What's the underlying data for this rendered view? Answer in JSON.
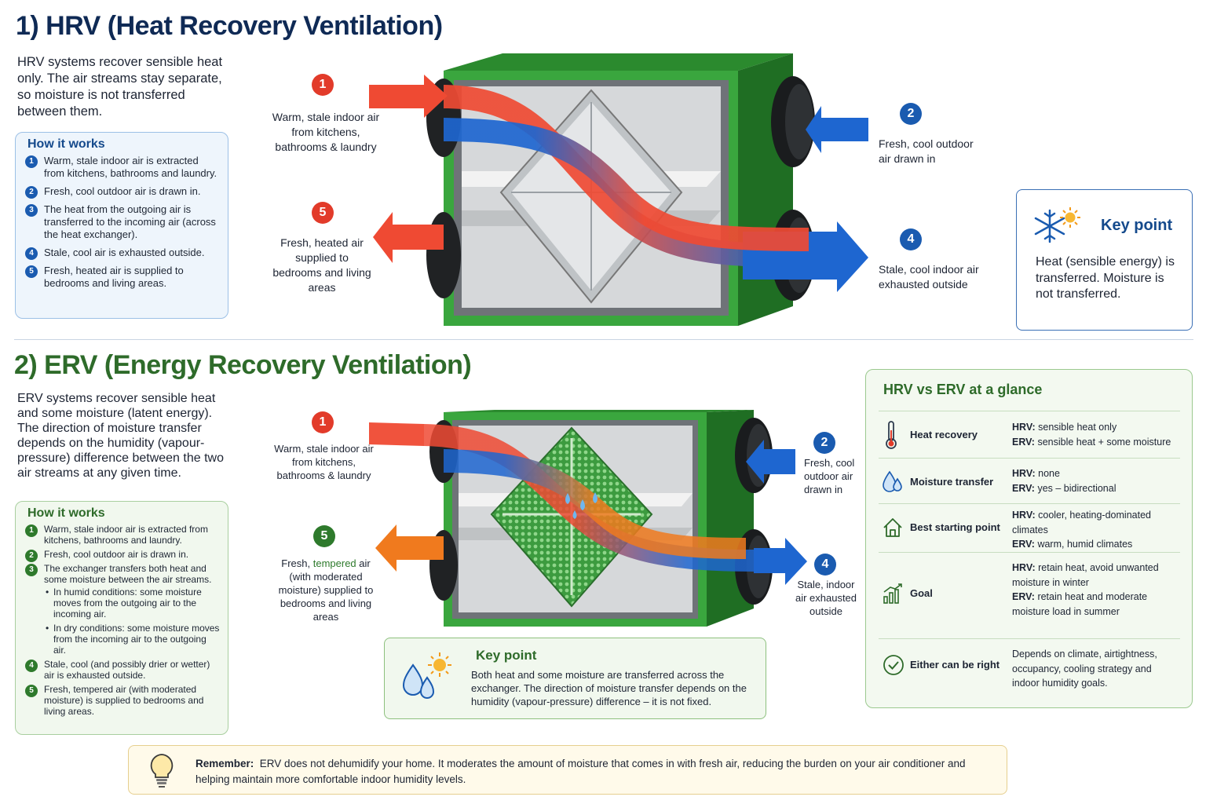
{
  "hrv": {
    "title": "1) HRV (Heat Recovery Ventilation)",
    "intro": "HRV systems recover sensible heat only. The air streams stay separate, so moisture is not transferred between them.",
    "how_title": "How it works",
    "steps": [
      "Warm, stale indoor air is extracted from kitchens, bathrooms and laundry.",
      "Fresh, cool outdoor air is drawn in.",
      "The heat from the outgoing air is transferred to the incoming air (across the heat exchanger).",
      "Stale, cool air is exhausted outside.",
      "Fresh, heated air is supplied to bedrooms and living areas."
    ],
    "labels": {
      "l1": "Warm, stale indoor air from kitchens, bathrooms & laundry",
      "l2": "Fresh, cool outdoor air drawn in",
      "l4": "Stale, cool indoor air exhausted outside",
      "l5": "Fresh, heated air supplied to bedrooms and living areas"
    },
    "key_point": {
      "title": "Key point",
      "text": "Heat (sensible energy) is transferred. Moisture is not transferred."
    }
  },
  "erv": {
    "title": "2) ERV (Energy Recovery Ventilation)",
    "intro": "ERV systems recover sensible heat and some moisture (latent energy). The direction of moisture transfer depends on the humidity (vapour-pressure) difference between the two air streams at any given time.",
    "how_title": "How it works",
    "steps": [
      "Warm, stale indoor air is extracted from kitchens, bathrooms and laundry.",
      "Fresh, cool outdoor air is drawn in.",
      "The exchanger transfers both heat and some moisture between the air streams.",
      "Stale, cool (and possibly drier or wetter) air is exhausted outside.",
      "Fresh, tempered air (with moderated moisture) is supplied to bedrooms and living areas."
    ],
    "sub_bullets": [
      "In humid conditions: some moisture moves from the outgoing air to the incoming air.",
      "In dry conditions: some moisture moves from the incoming air to the outgoing air."
    ],
    "labels": {
      "l1": "Warm, stale indoor air from kitchens, bathrooms & laundry",
      "l2": "Fresh, cool outdoor air drawn in",
      "l4": "Stale, indoor air exhausted outside",
      "l5_pre": "Fresh, ",
      "l5_em": "tempered",
      "l5_post": " air (with moderated moisture) supplied to bedrooms and living areas"
    },
    "key_point": {
      "title": "Key point",
      "text": "Both heat and some moisture are transferred across the exchanger. The direction of moisture transfer depends on the humidity (vapour-pressure) difference – it is not fixed."
    }
  },
  "glance": {
    "title": "HRV vs ERV at a glance",
    "rows": [
      {
        "icon": "thermometer-icon",
        "label": "Heat recovery",
        "hrv_prefix": "HRV:",
        "hrv": "sensible heat only",
        "erv_prefix": "ERV:",
        "erv": "sensible heat + some moisture"
      },
      {
        "icon": "droplets-icon",
        "label": "Moisture transfer",
        "hrv_prefix": "HRV:",
        "hrv": "none",
        "erv_prefix": "ERV:",
        "erv": "yes – bidirectional"
      },
      {
        "icon": "house-icon",
        "label": "Best starting point",
        "hrv_prefix": "HRV:",
        "hrv": "cooler, heating-dominated climates",
        "erv_prefix": "ERV:",
        "erv": "warm, humid climates"
      },
      {
        "icon": "bar-chart-icon",
        "label": "Goal",
        "hrv_prefix": "HRV:",
        "hrv": "retain heat, avoid unwanted moisture in winter",
        "erv_prefix": "ERV:",
        "erv": "retain heat and moderate moisture load in summer"
      },
      {
        "icon": "check-circle-icon",
        "label": "Either can be right",
        "note": "Depends on climate, airtightness, occupancy, cooling strategy and indoor humidity goals."
      }
    ]
  },
  "remember": {
    "label": "Remember:",
    "text": "ERV does not dehumidify your home. It moderates the amount of moisture that comes in with fresh air, reducing the burden on your air conditioner and helping maintain more comfortable indoor humidity levels."
  },
  "colors": {
    "hrv_navy": "#0f2a55",
    "erv_green": "#2e6b2a",
    "warm_red": "#e23b2a",
    "cool_blue": "#1a5bb0",
    "tempered_orange": "#f07a1e",
    "unit_green": "#2f9a34"
  }
}
